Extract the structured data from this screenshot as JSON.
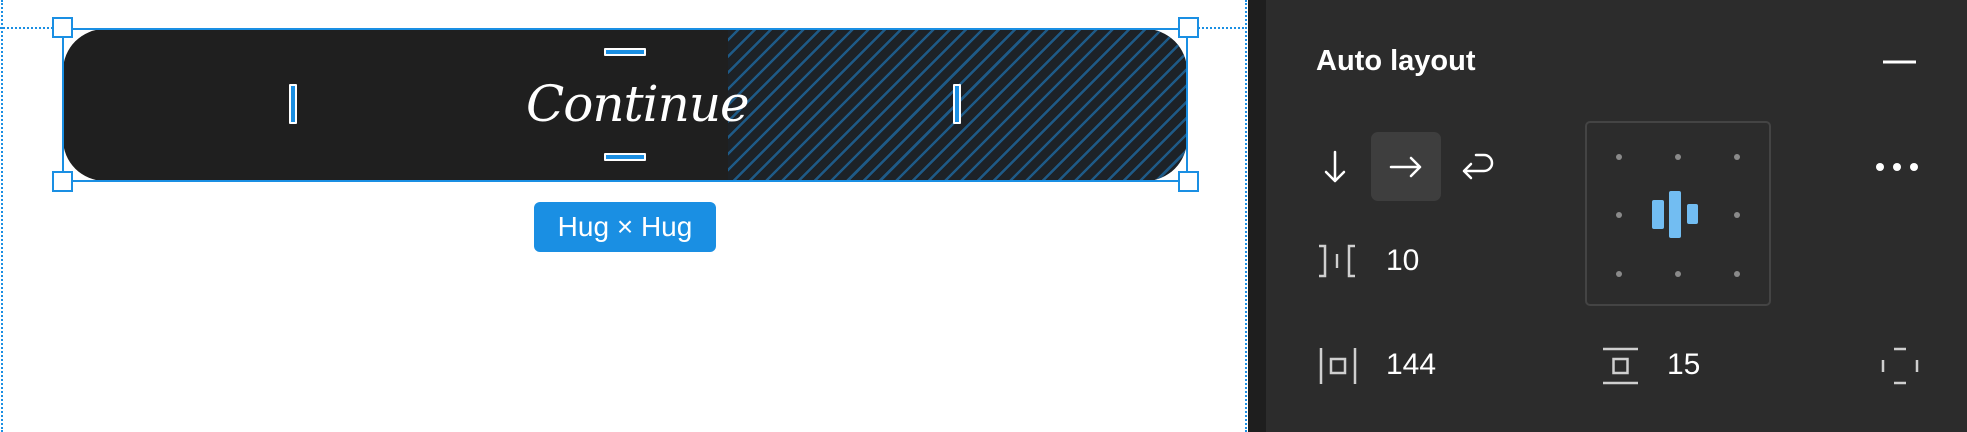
{
  "canvas": {
    "button": {
      "label": "Continue",
      "fill_color": "#1f1f1f",
      "hatch_color": "#1e5a87"
    },
    "size_badge": {
      "label": "Hug × Hug",
      "color": "#1a8fe3"
    },
    "selection_color": "#1a8fe3"
  },
  "panel": {
    "title": "Auto layout",
    "collapse_icon": "minus-icon",
    "direction": {
      "options": [
        {
          "name": "vertical",
          "icon": "arrow-down-icon",
          "glyph": "↓",
          "selected": false
        },
        {
          "name": "horizontal",
          "icon": "arrow-right-icon",
          "glyph": "→",
          "selected": true
        },
        {
          "name": "wrap",
          "icon": "wrap-icon",
          "glyph": "⤶",
          "selected": false
        }
      ]
    },
    "gap": {
      "icon": "gap-icon",
      "value": "10"
    },
    "horizontal_padding": {
      "icon": "horizontal-padding-icon",
      "value": "144"
    },
    "vertical_padding": {
      "icon": "vertical-padding-icon",
      "value": "15"
    },
    "alignment": {
      "selected": "center",
      "accent": "#72bdf2"
    },
    "more_icon": "ellipsis-icon",
    "individual_padding_icon": "individual-padding-icon"
  }
}
